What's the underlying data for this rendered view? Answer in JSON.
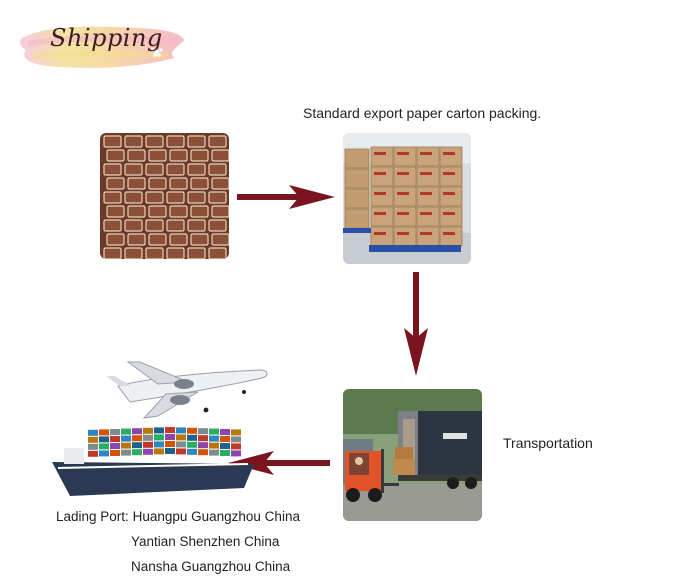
{
  "banner": {
    "title": "Shipping"
  },
  "captions": {
    "packing": "Standard export paper carton packing.",
    "transportation": "Transportation"
  },
  "lading": {
    "label": "Lading Port:",
    "ports": [
      "Huangpu Guangzhou China",
      "Yantian Shenzhen China",
      "Nansha Guangzhou China"
    ]
  },
  "colors": {
    "arrow": "#7a1520",
    "banner_ink": "#3a1d1f"
  }
}
